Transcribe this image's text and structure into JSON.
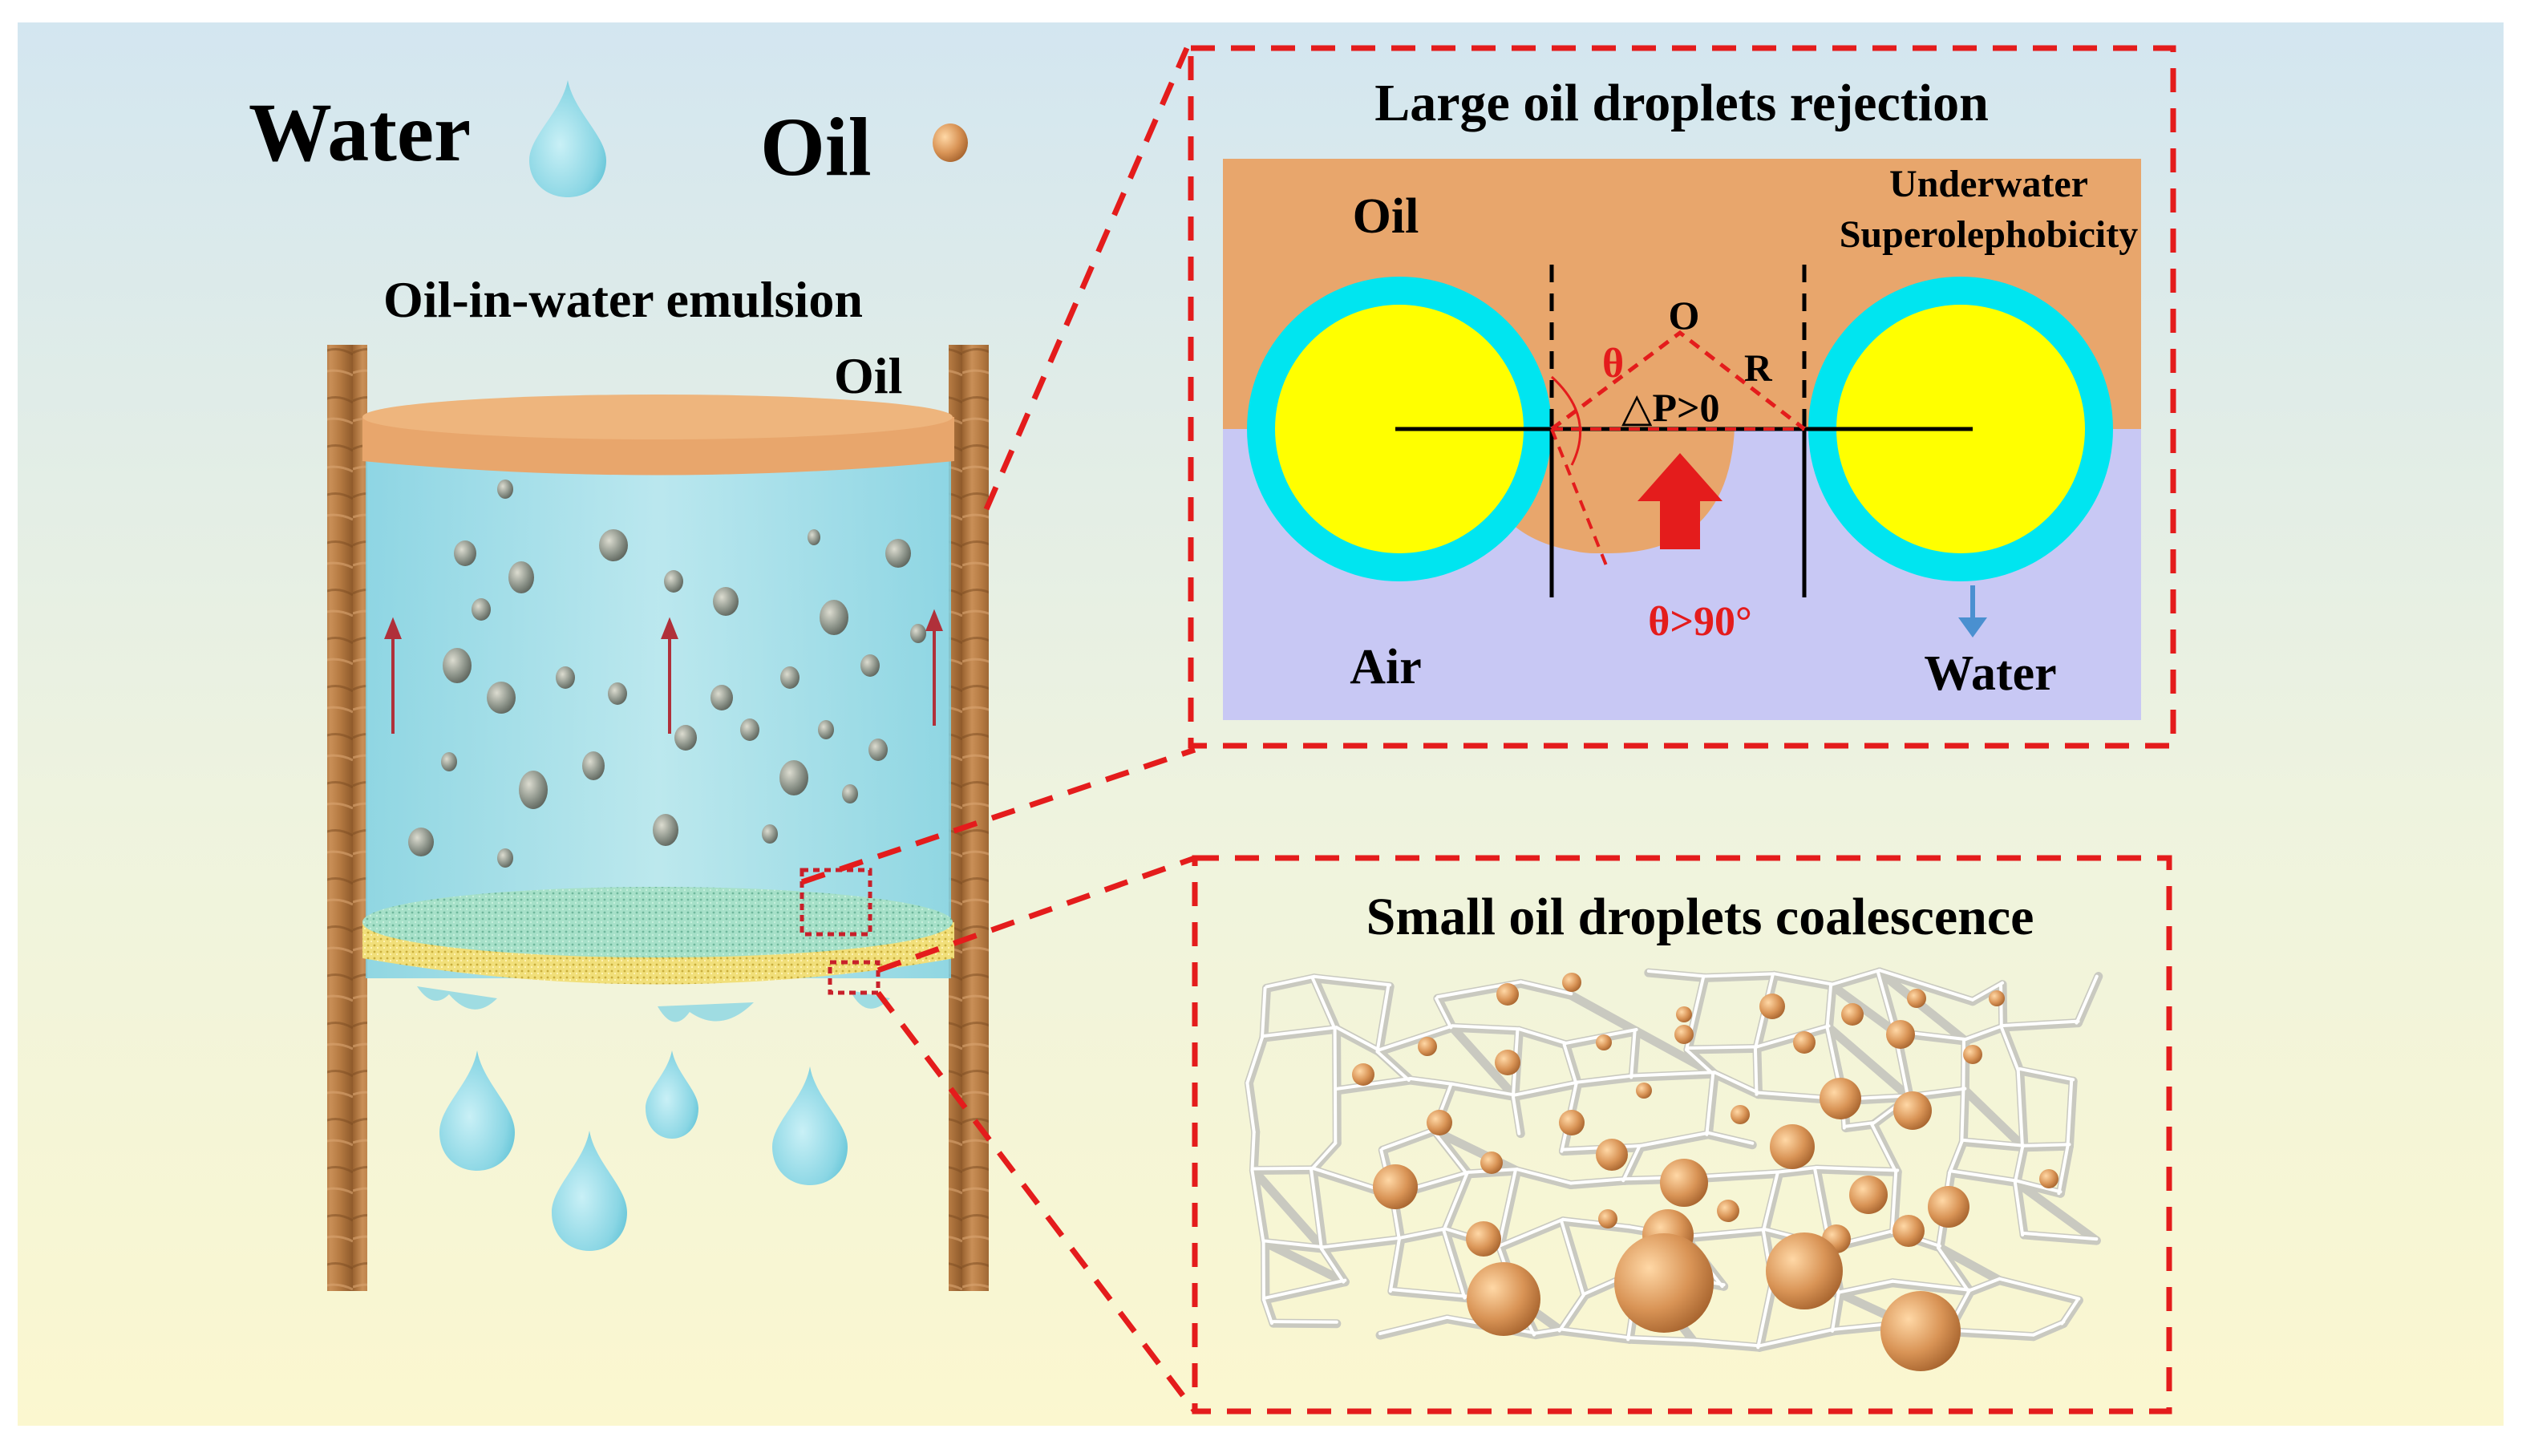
{
  "legend": {
    "water_label": "Water",
    "oil_label": "Oil"
  },
  "filter": {
    "emulsion_label": "Oil-in-water emulsion",
    "oil_layer_label": "Oil"
  },
  "panel_top": {
    "title": "Large oil droplets rejection",
    "oil_label": "Oil",
    "underwater_line1": "Underwater",
    "underwater_line2": "Superolephobicity",
    "theta_label": "θ",
    "o_label": "O",
    "r_label": "R",
    "pressure_label": "△P>0",
    "angle_label": "θ>90°",
    "air_label": "Air",
    "water_label": "Water"
  },
  "panel_bottom": {
    "title": "Small oil droplets coalescence"
  },
  "colors": {
    "oil": "#e8a66c",
    "water": "#8fd8e6",
    "dashed_frame": "#e41c1c",
    "fiber_core": "#ffff00",
    "fiber_shell": "#00e5f0",
    "air": "#c8c8f4",
    "wood": "#b8804a"
  }
}
